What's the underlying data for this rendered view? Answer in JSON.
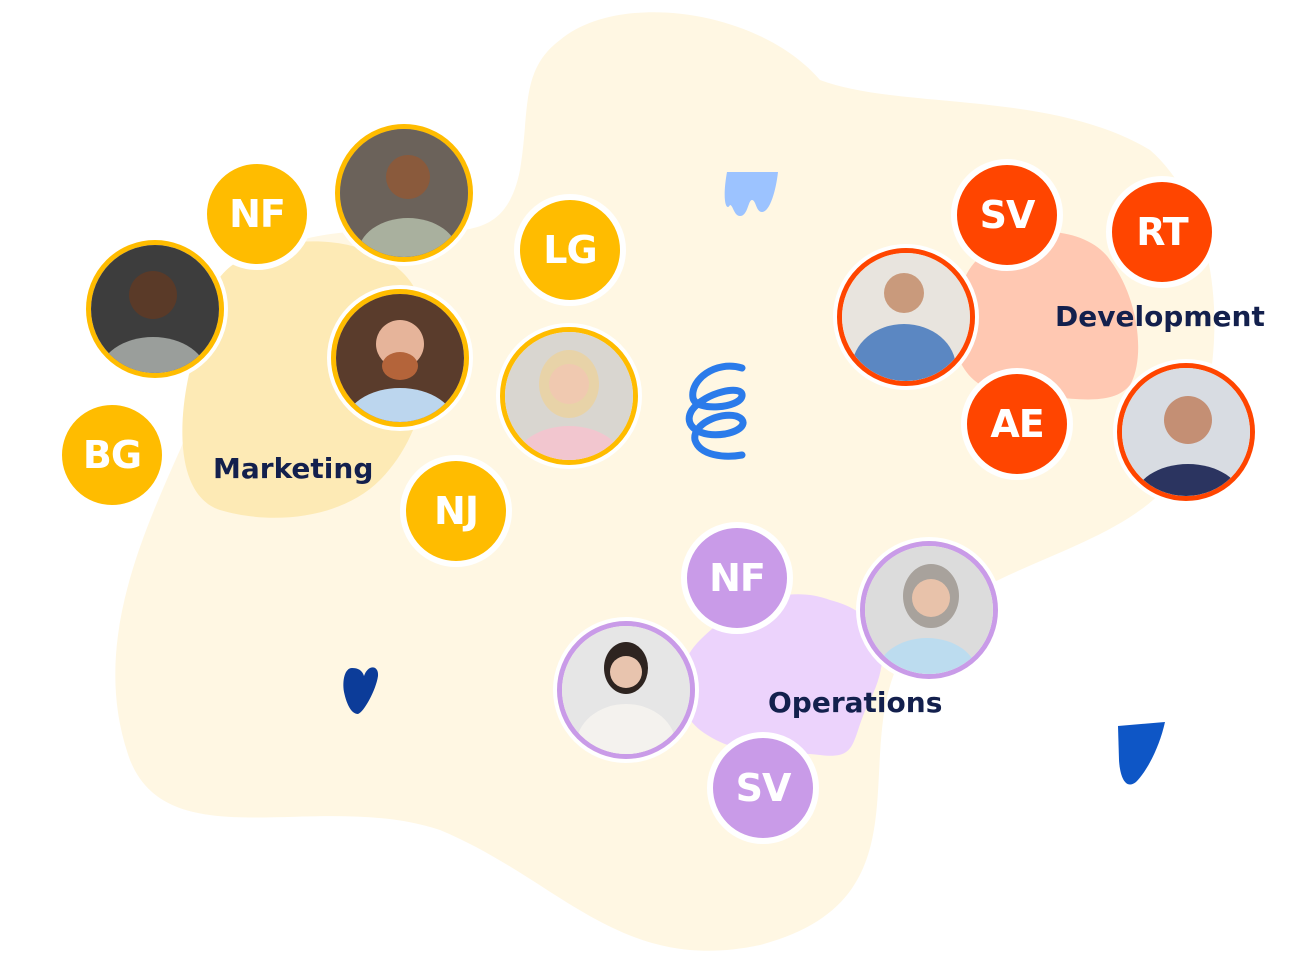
{
  "colors": {
    "background_blob": "#FFF7E3",
    "marketing": "#FFBC00",
    "marketing_blob": "#FDEAB5",
    "development": "#FF4500",
    "development_blob": "#FFC8B2",
    "operations": "#C99BE8",
    "operations_blob": "#ECD3FC",
    "label_text": "#13204D"
  },
  "groups": {
    "marketing": {
      "label": "Marketing",
      "initials": [
        "NF",
        "LG",
        "BG",
        "NJ"
      ],
      "photo_count": 4
    },
    "development": {
      "label": "Development",
      "initials": [
        "SV",
        "RT",
        "AE"
      ],
      "photo_count": 2
    },
    "operations": {
      "label": "Operations",
      "initials": [
        "NF",
        "SV"
      ],
      "photo_count": 2
    }
  }
}
